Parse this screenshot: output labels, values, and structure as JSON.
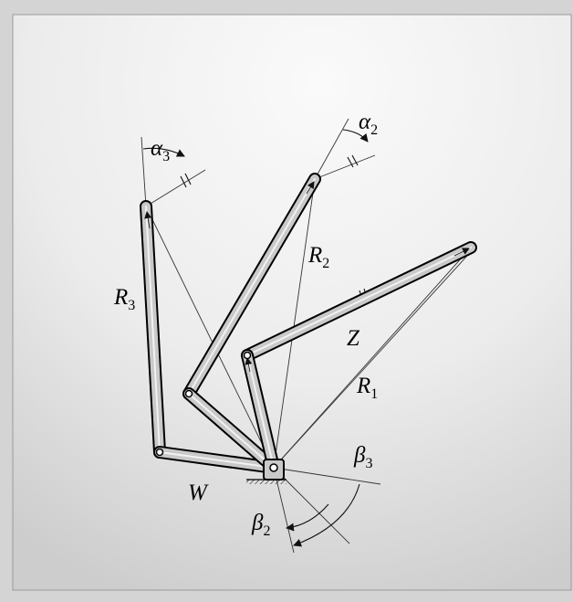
{
  "labels": {
    "alpha3": {
      "symbol": "α",
      "sub": "3"
    },
    "alpha2": {
      "symbol": "α",
      "sub": "2"
    },
    "r2": {
      "symbol": "R",
      "sub": "2"
    },
    "r3": {
      "symbol": "R",
      "sub": "3"
    },
    "r1": {
      "symbol": "R",
      "sub": "1"
    },
    "z": {
      "symbol": "Z"
    },
    "w": {
      "symbol": "W"
    },
    "beta3": {
      "symbol": "β",
      "sub": "3"
    },
    "beta2": {
      "symbol": "β",
      "sub": "2"
    }
  },
  "colors": {
    "background": "#d4d4d4",
    "panel_light": "#f4f4f4",
    "panel_shade": "#cfcfcf",
    "link_fill": "#c7c7c7",
    "line": "#111111"
  }
}
